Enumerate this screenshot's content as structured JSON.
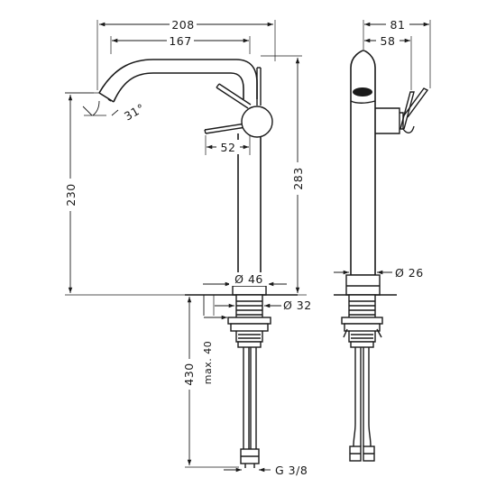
{
  "drawing": {
    "front_view": {
      "dims": {
        "overall_width": "208",
        "spout_reach": "167",
        "spout_angle": "31°",
        "lever_offset": "52",
        "height_to_spout": "230",
        "total_height": "283",
        "base_diameter": "Ø 46",
        "shank_diameter": "Ø 32",
        "hose_length": "430",
        "max_deck": "max. 40",
        "connection": "G 3/8"
      }
    },
    "side_view": {
      "dims": {
        "side_width": "81",
        "side_handle": "58",
        "body_diameter": "Ø 26"
      }
    }
  }
}
